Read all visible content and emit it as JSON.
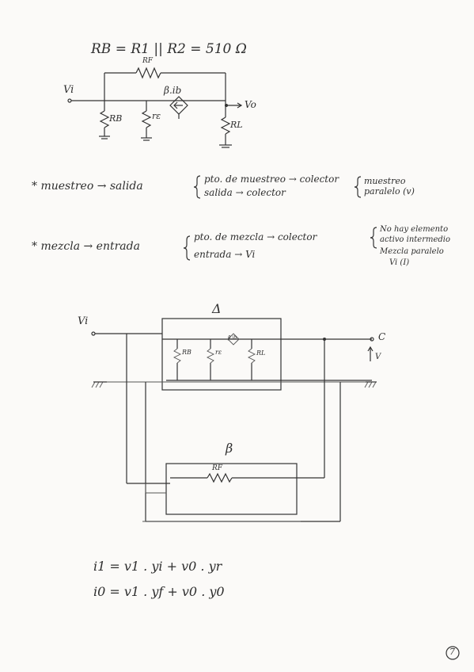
{
  "circuit1": {
    "equation": "RB = R1 || R2 = 510 Ω",
    "rf_label": "RF",
    "vi_label": "Vi",
    "source_label": "β.ib",
    "rb_label": "RB",
    "re_label": "rε",
    "rl_label": "RL",
    "vo_label": "Vo"
  },
  "muestreo": {
    "lead": "* muestreo → salida",
    "line1": "pto. de muestreo → colector",
    "line2": "salida → colector",
    "result_line1": "muestreo",
    "result_line2": "paralelo (v)"
  },
  "mezcla": {
    "lead": "* mezcla → entrada",
    "line1": "pto. de mezcla → colector",
    "line2": "entrada → Vi",
    "note_line1": "No hay elemento",
    "note_line2": "activo intermedio",
    "note_line3": "Mezcla paralelo",
    "note_line4": "Vi (I)"
  },
  "circuit2": {
    "vi_label": "Vi",
    "delta_label": "Δ",
    "rb_label": "RB",
    "re_label": "rε",
    "source_label": "β.ib",
    "rl_label": "RL",
    "c_label": "C",
    "v_label": "V",
    "beta_label": "β",
    "rf_label": "RF"
  },
  "equations": {
    "eq1": "i1 = v1 . yi + v0 . yr",
    "eq2": "i0 = v1 . yf + v0 . y0"
  },
  "page_number": "7"
}
